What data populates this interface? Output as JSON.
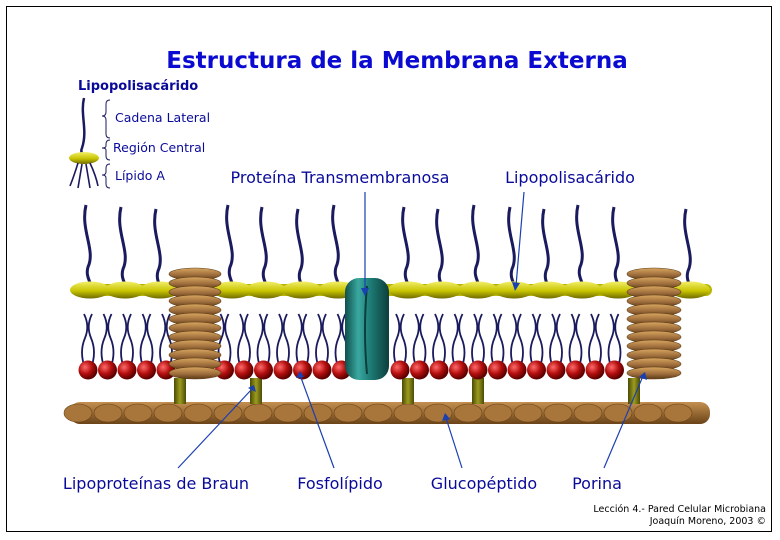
{
  "title": "Estructura de la Membrana Externa",
  "legend": {
    "heading": "Lipopolisacárido",
    "side_chain": "Cadena Lateral",
    "core_region": "Región Central",
    "lipid_a": "Lípido A"
  },
  "labels": {
    "transmembrane_protein": "Proteína Transmembranosa",
    "lipopolysaccharide": "Lipopolisacárido",
    "braun_lipoproteins": "Lipoproteínas de Braun",
    "phospholipid": "Fosfolípido",
    "glucopeptide": "Glucopéptido",
    "porin": "Porina"
  },
  "credit": {
    "line1": "Lección 4.- Pared Celular Microbiana",
    "line2": "Joaquín Moreno, 2003 ©"
  },
  "colors": {
    "title": "#0a0ad0",
    "label": "#0a0a9a",
    "lps_core": "#c8c400",
    "lps_chain": "#1a1a5e",
    "phospholipid_head": "#b01010",
    "peptidoglycan": "#9a6a2e",
    "transmembrane_protein": "#1f7f7a",
    "porin": "#9a6a3a",
    "lipoprotein_post": "#7a7a10"
  }
}
